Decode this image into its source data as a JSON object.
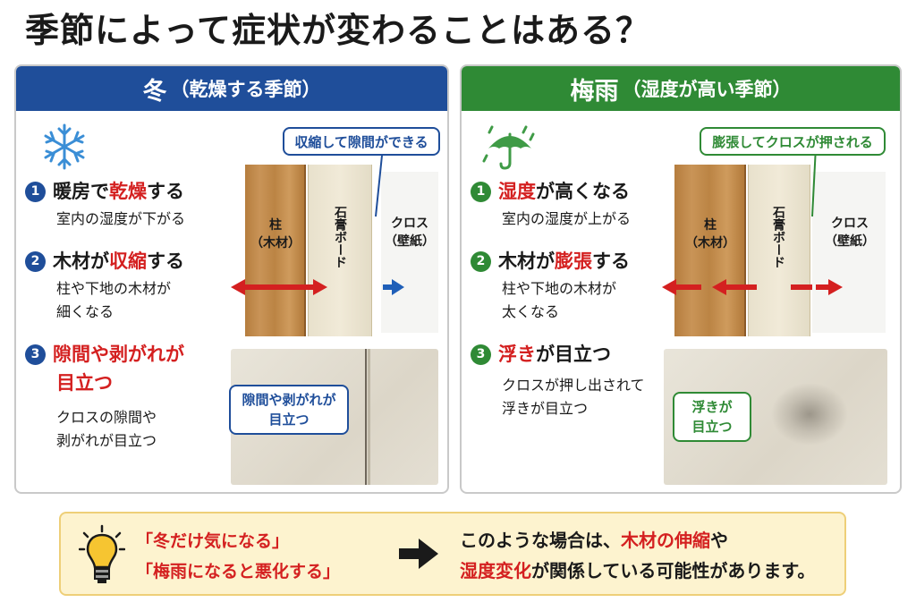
{
  "title": "季節によって症状が変わることはある？",
  "winter": {
    "header_main": "冬",
    "header_sub": "（乾燥する季節）",
    "callout_top": "収縮して隙間ができる",
    "steps": [
      {
        "num": "1",
        "pre": "暖房で",
        "hl": "乾燥",
        "post": "する",
        "desc": [
          "室内の湿度が下がる"
        ]
      },
      {
        "num": "2",
        "pre": "木材が",
        "hl": "収縮",
        "post": "する",
        "desc": [
          "柱や下地の木材が",
          "細くなる"
        ]
      },
      {
        "num": "3",
        "hl": "隙間や剥がれが",
        "hl2": "目立つ",
        "desc": [
          "クロスの隙間や",
          "剥がれが目立つ"
        ]
      }
    ],
    "diagram": {
      "wood_label": [
        "柱",
        "（木材）"
      ],
      "board_label": "石膏ボード",
      "cloth_label": [
        "クロス",
        "（壁紙）"
      ]
    },
    "photo_callout": [
      "隙間や剥がれが",
      "目立つ"
    ]
  },
  "rainy": {
    "header_main": "梅雨",
    "header_sub": "（湿度が高い季節）",
    "callout_top": "膨張してクロスが押される",
    "steps": [
      {
        "num": "1",
        "hl": "湿度",
        "post": "が高くなる",
        "desc": [
          "室内の湿度が上がる"
        ]
      },
      {
        "num": "2",
        "pre": "木材が",
        "hl": "膨張",
        "post": "する",
        "desc": [
          "柱や下地の木材が",
          "太くなる"
        ]
      },
      {
        "num": "3",
        "hl": "浮き",
        "post": "が目立つ",
        "desc": [
          "クロスが押し出されて",
          "浮きが目立つ"
        ]
      }
    ],
    "diagram": {
      "wood_label": [
        "柱",
        "（木材）"
      ],
      "board_label": "石膏ボード",
      "cloth_label": [
        "クロス",
        "（壁紙）"
      ]
    },
    "photo_callout": [
      "浮きが",
      "目立つ"
    ]
  },
  "bottom": {
    "left_lines": [
      "「冬だけ気になる」",
      "「梅雨になると悪化する」"
    ],
    "right_line1_pre": "このような場合は、",
    "right_line1_hl": "木材の伸縮",
    "right_line1_post": "や",
    "right_line2_hl": "湿度変化",
    "right_line2_post": "が関係している可能性があります。"
  },
  "colors": {
    "winter": "#1f4e9a",
    "rainy": "#2f8a35",
    "highlight": "#d42020",
    "note_bg": "#fdf3cf"
  },
  "icons": [
    "snowflake-icon",
    "umbrella-rain-icon",
    "lightbulb-icon",
    "right-arrow-icon"
  ]
}
